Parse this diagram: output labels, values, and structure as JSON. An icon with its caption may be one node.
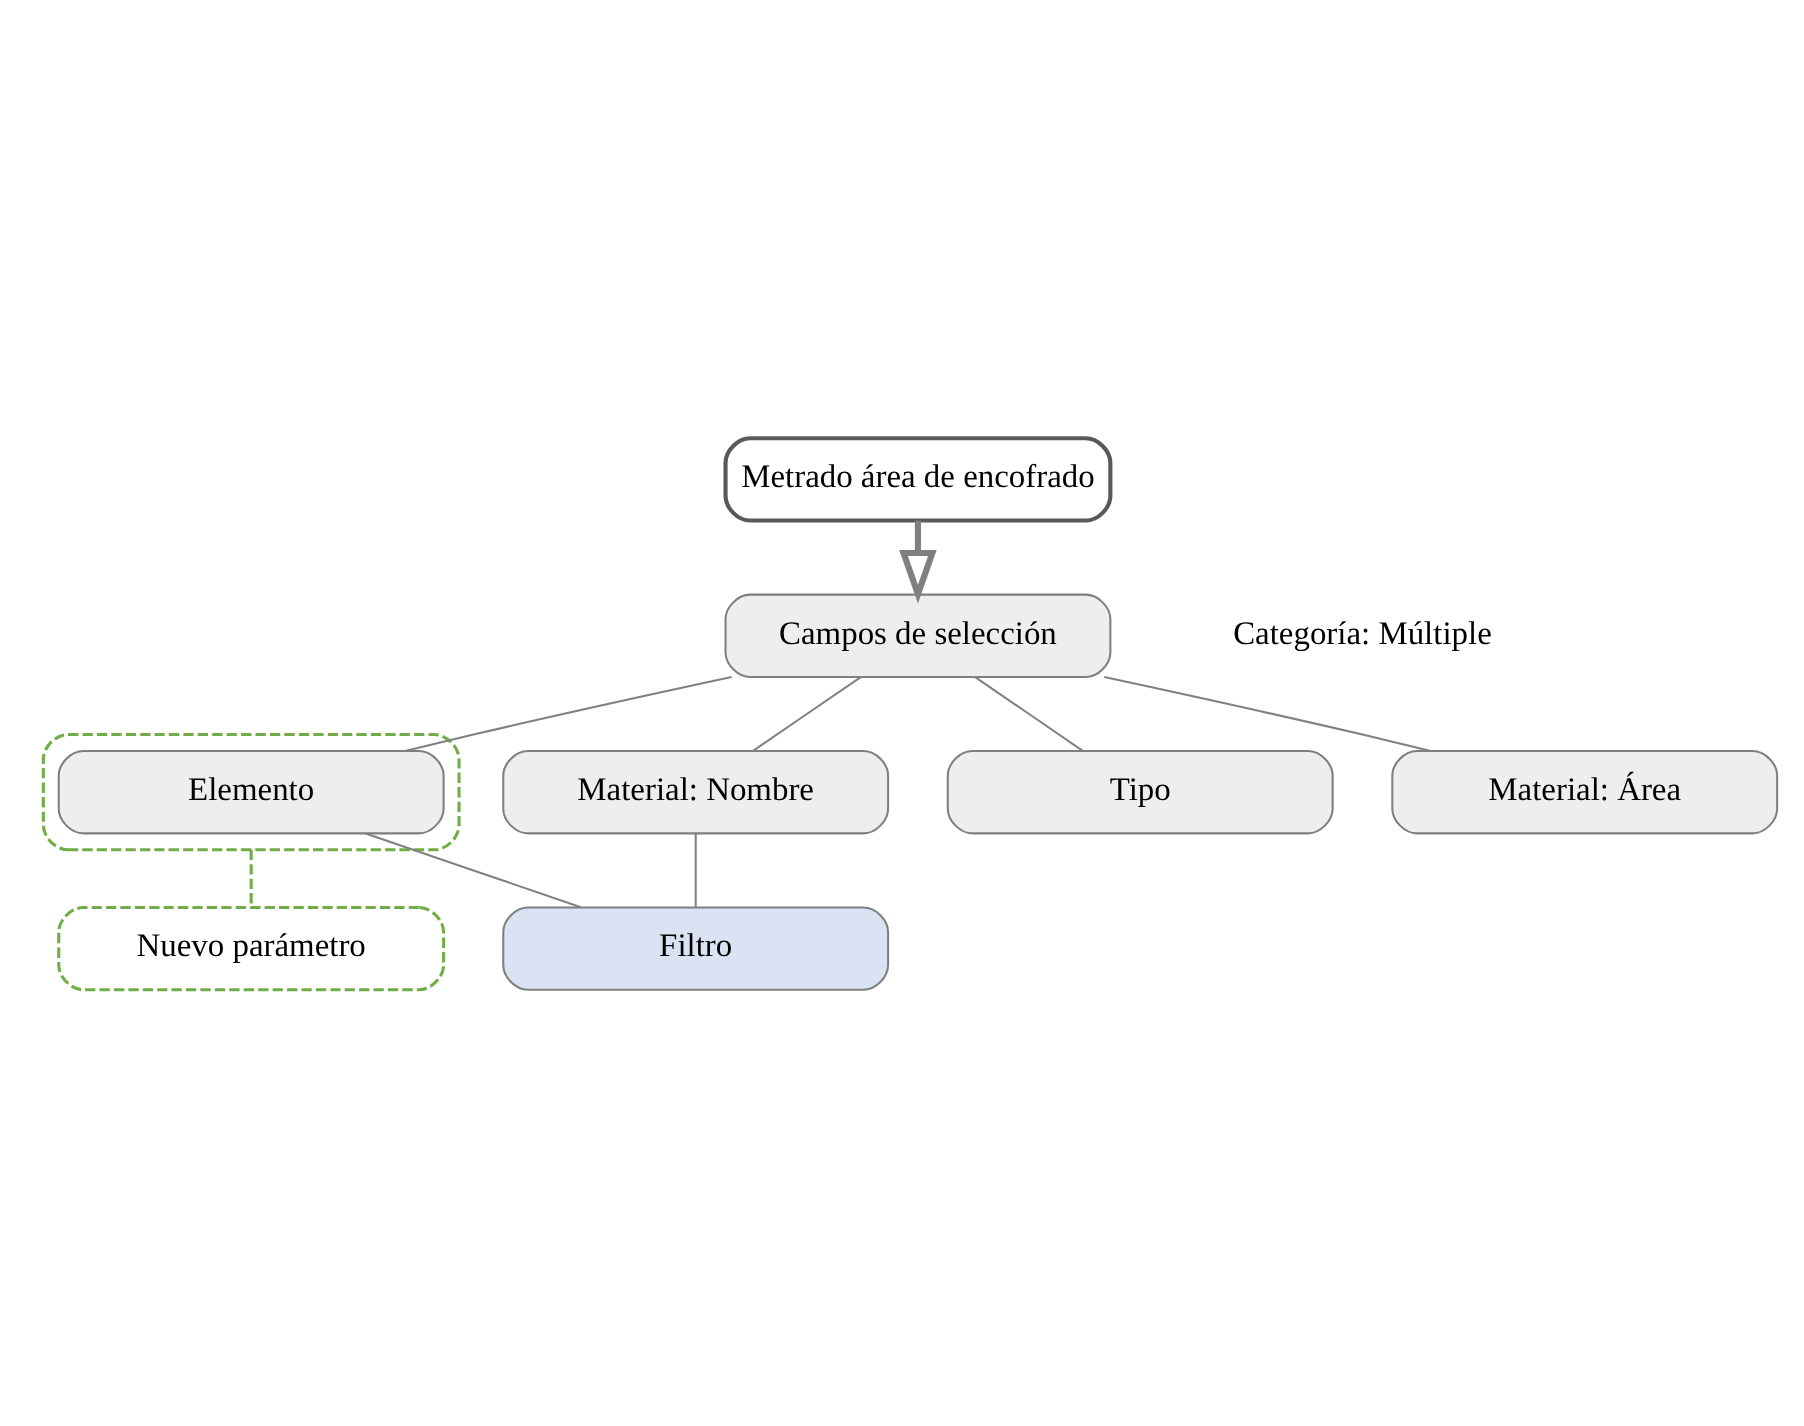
{
  "diagram": {
    "nodes": [
      {
        "text": [
          "Metrado área de encofrado"
        ]
      },
      {
        "text": [
          "Campos de selección"
        ],
        "beside": [
          "Categoría: Múltiple"
        ]
      },
      {
        "text": [],
        "shape": "box"
      },
      {
        "text": [
          "Elemento"
        ],
        "in": 2
      },
      {
        "text": [
          "Material: Nombre"
        ]
      },
      {
        "text": [
          "Tipo"
        ]
      },
      {
        "text": [
          "Material: Área"
        ]
      },
      {
        "text": [
          "Nuevo parámetro"
        ]
      },
      {
        "text": [
          "Filtro"
        ]
      }
    ],
    "edges": [
      {
        "from": 0,
        "to": 1,
        "arrow": "to",
        "style": "thick"
      },
      {
        "from": 1,
        "to": 3,
        "arrow": "none"
      },
      {
        "from": 1,
        "to": 4,
        "arrow": "none"
      },
      {
        "from": 1,
        "to": 5,
        "arrow": "none"
      },
      {
        "from": 1,
        "to": 6,
        "arrow": "none"
      },
      {
        "from": 2,
        "to": 7,
        "arrow": "none",
        "style": "dashed",
        "color": "#70ad47"
      },
      {
        "from": 3,
        "to": 8,
        "arrow": "none"
      },
      {
        "from": 4,
        "to": 8,
        "arrow": "none"
      }
    ]
  }
}
